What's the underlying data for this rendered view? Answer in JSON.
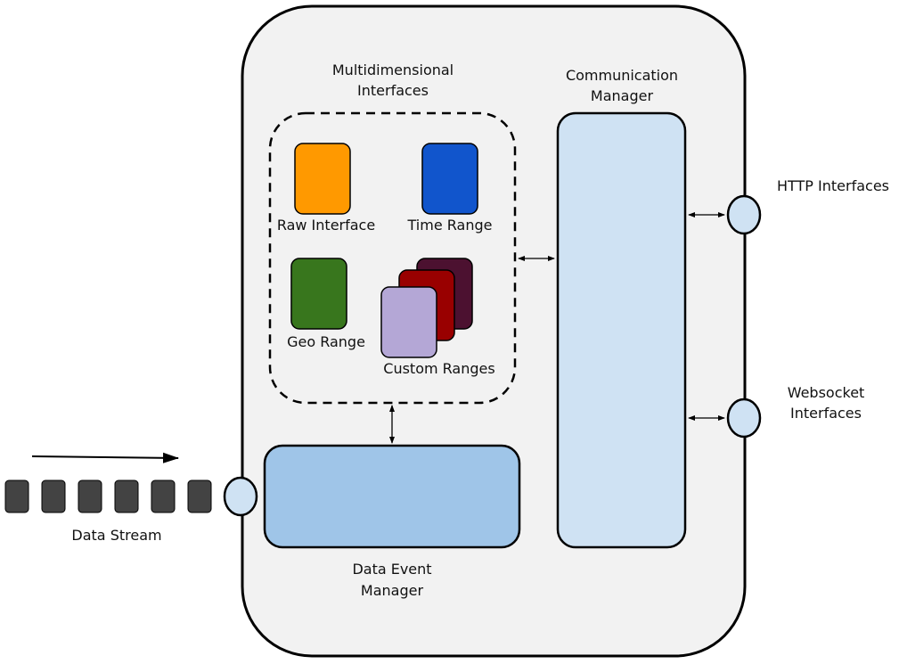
{
  "title_multidim": [
    "Multidimensional",
    "Interfaces"
  ],
  "title_comm": [
    "Communication",
    "Manager"
  ],
  "title_dem": [
    "Data Event",
    "Manager"
  ],
  "interfaces": {
    "raw": "Raw Interface",
    "time": "Time Range",
    "geo": "Geo Range",
    "custom": "Custom Ranges"
  },
  "http_label": "HTTP Interfaces",
  "ws_label": [
    "Websocket",
    "Interfaces"
  ],
  "stream_label": "Data Stream",
  "colors": {
    "container_fill": "#f2f2f2",
    "raw": "#ff9900",
    "time": "#1155cc",
    "geo": "#38761d",
    "custom_back": "#4c1130",
    "custom_mid": "#990000",
    "custom_front": "#b4a7d6",
    "comm_fill": "#cfe2f3",
    "dem_fill": "#9fc5e8",
    "port_fill": "#cfe2f3",
    "packet": "#434343"
  }
}
